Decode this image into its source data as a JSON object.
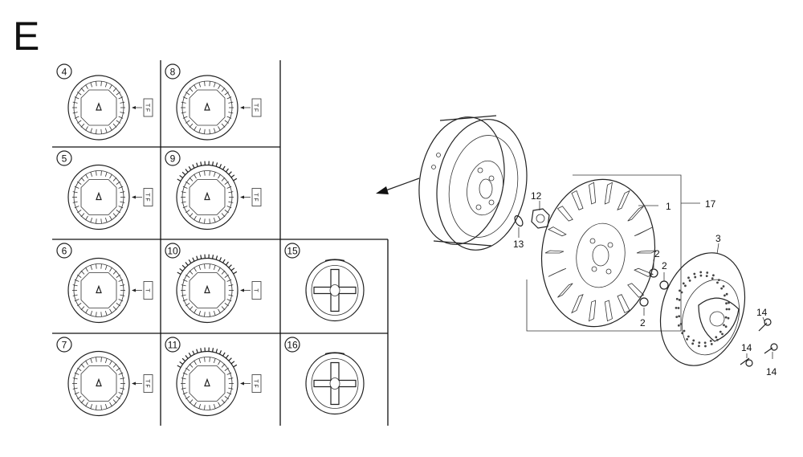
{
  "section_letter": "E",
  "variant_cells": [
    {
      "num": "4",
      "tag": "T F",
      "kind": "rotor",
      "gear": false
    },
    {
      "num": "8",
      "tag": "T F",
      "kind": "rotor",
      "gear": false
    },
    {
      "num": "5",
      "tag": "T F",
      "kind": "rotor",
      "gear": false
    },
    {
      "num": "9",
      "tag": "T F",
      "kind": "rotor",
      "gear": true
    },
    {
      "num": "6",
      "tag": "T",
      "kind": "rotor",
      "gear": false
    },
    {
      "num": "10",
      "tag": "T",
      "kind": "rotor",
      "gear": true
    },
    {
      "num": "15",
      "tag": "",
      "kind": "wheel",
      "gear": false
    },
    {
      "num": "7",
      "tag": "T F",
      "kind": "rotor",
      "gear": false
    },
    {
      "num": "11",
      "tag": "T F",
      "kind": "rotor",
      "gear": true
    },
    {
      "num": "16",
      "tag": "",
      "kind": "wheel",
      "gear": false
    }
  ],
  "callouts": {
    "c1": "1",
    "c2a": "2",
    "c2b": "2",
    "c2c": "2",
    "c3": "3",
    "c12": "12",
    "c13": "13",
    "c14a": "14",
    "c14b": "14",
    "c14c": "14",
    "c17": "17"
  }
}
